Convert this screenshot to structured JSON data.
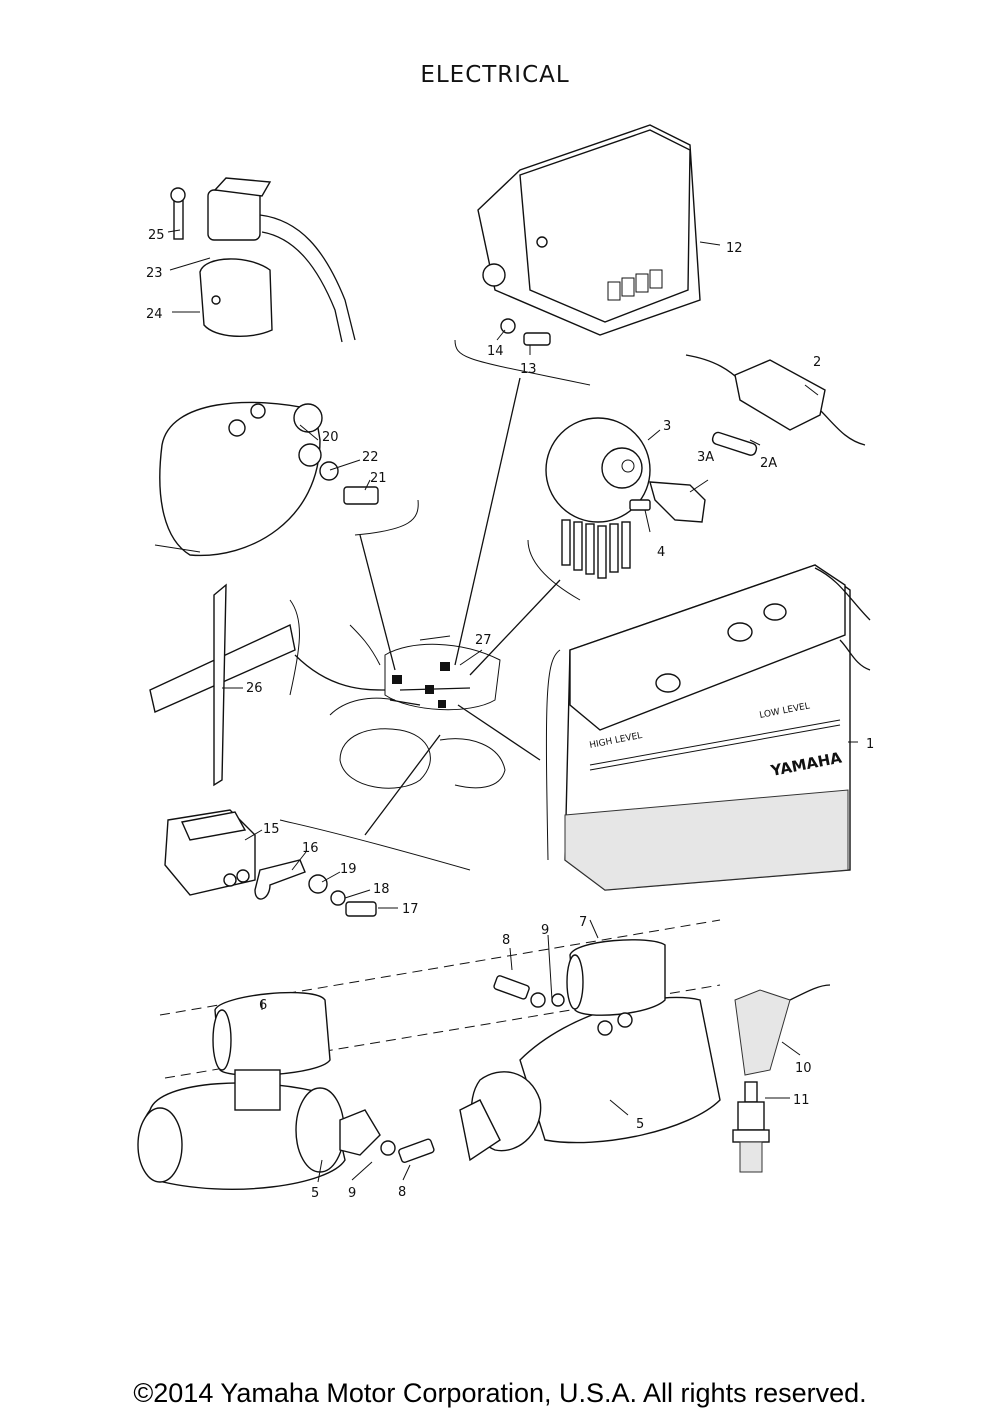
{
  "title": "ELECTRICAL",
  "brand_mark": "YAMAHA",
  "battery_labels": {
    "high": "HIGH LEVEL",
    "low": "LOW LEVEL"
  },
  "copyright": "©2014 Yamaha Motor Corporation, U.S.A. All rights reserved.",
  "callouts": [
    "1",
    "2",
    "2A",
    "3",
    "3A",
    "4",
    "5",
    "5",
    "6",
    "7",
    "8",
    "8",
    "9",
    "9",
    "10",
    "11",
    "12",
    "13",
    "14",
    "15",
    "16",
    "17",
    "18",
    "19",
    "20",
    "21",
    "22",
    "23",
    "24",
    "25",
    "26",
    "27"
  ]
}
